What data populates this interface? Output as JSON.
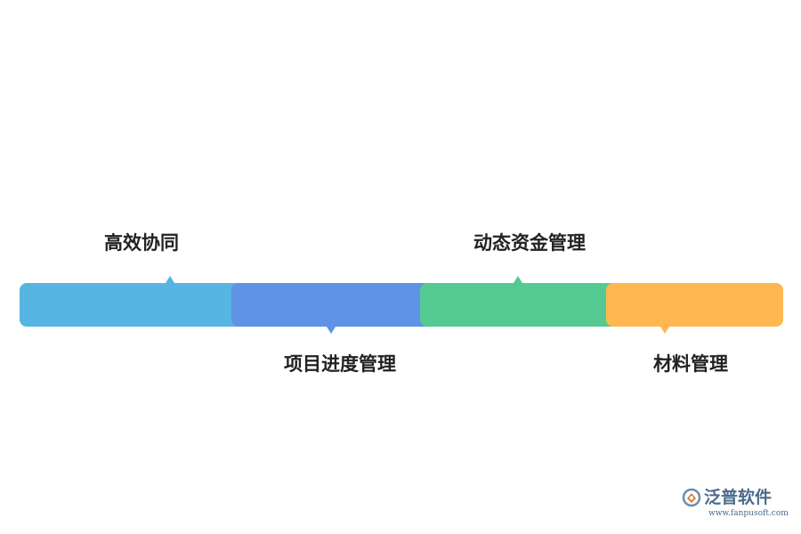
{
  "diagram": {
    "stages": [
      {
        "label": "高效协同",
        "color": "#56b5e1",
        "label_position": "above"
      },
      {
        "label": "项目进度管理",
        "color": "#5e93e6",
        "label_position": "below"
      },
      {
        "label": "动态资金管理",
        "color": "#55c992",
        "label_position": "above"
      },
      {
        "label": "材料管理",
        "color": "#ffb751",
        "label_position": "below"
      }
    ]
  },
  "watermark": {
    "brand": "泛普软件",
    "url": "www.fanpusoft.com",
    "icon": "fanpu-logo-icon",
    "color": "#4a6b8a"
  }
}
